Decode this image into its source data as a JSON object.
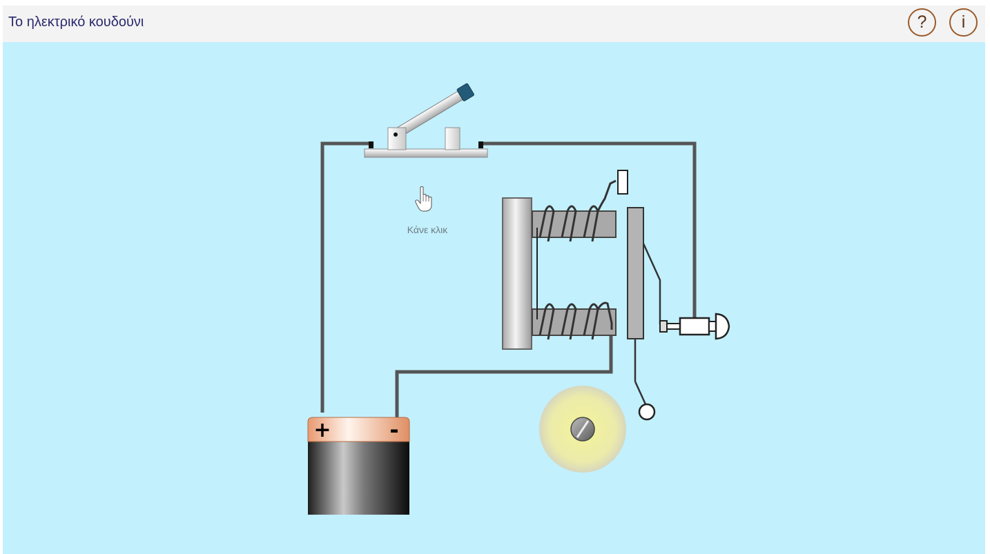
{
  "header": {
    "title": "Το ηλεκτρικό κουδούνι",
    "help_label": "?",
    "info_label": "i"
  },
  "scene": {
    "hint_text": "Κάνε κλικ",
    "battery": {
      "plus_label": "+",
      "minus_label": "-"
    },
    "switch_state": "open"
  },
  "colors": {
    "background": "#c2f0fd",
    "header_bg": "#f3f3f3",
    "title_text": "#2a2a6e",
    "button_border": "#9b5a2a",
    "wire": "#555555",
    "battery_cap": "#e8a27e",
    "bell_glow": "#e9e9a0"
  },
  "icons": [
    "help-icon",
    "info-icon",
    "hand-pointer-icon",
    "screw-icon"
  ]
}
